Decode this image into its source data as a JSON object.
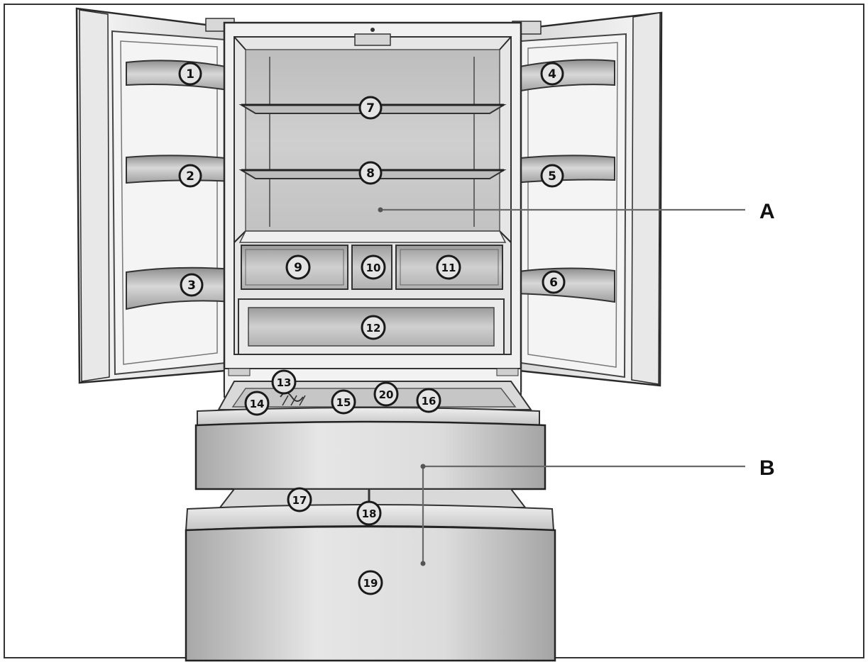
{
  "diagram": {
    "section_labels": {
      "A": "A",
      "B": "B"
    },
    "callouts": {
      "c1": "1",
      "c2": "2",
      "c3": "3",
      "c4": "4",
      "c5": "5",
      "c6": "6",
      "c7": "7",
      "c8": "8",
      "c9": "9",
      "c10": "10",
      "c11": "11",
      "c12": "12",
      "c13": "13",
      "c14": "14",
      "c15": "15",
      "c16": "16",
      "c17": "17",
      "c18": "18",
      "c19": "19",
      "c20": "20"
    },
    "colors": {
      "background": "#ffffff",
      "appliance_light": "#f2f2f2",
      "appliance_mid": "#cfcfcf",
      "appliance_dark": "#9a9a9a",
      "outline": "#2a2a2a"
    }
  }
}
